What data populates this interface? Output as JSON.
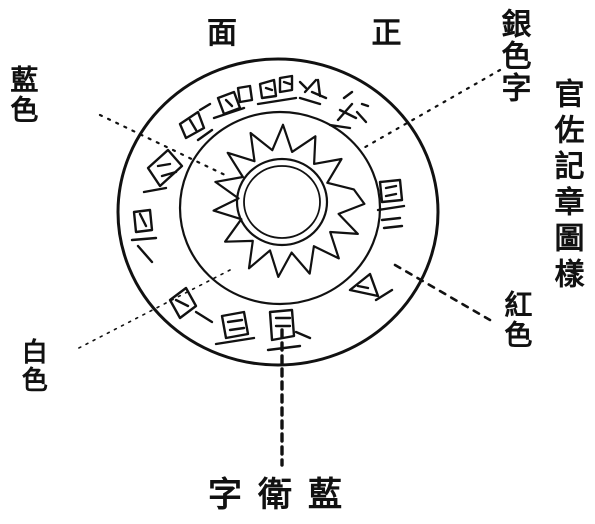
{
  "labels": {
    "top": "面 正",
    "top_left": "藍色",
    "top_right": "銀色字",
    "far_right": "官佐記章圖樣",
    "right": "紅色",
    "left": "白色",
    "bottom": "字衛藍"
  },
  "colors": {
    "ink": "#111111",
    "paper": "#ffffff"
  }
}
